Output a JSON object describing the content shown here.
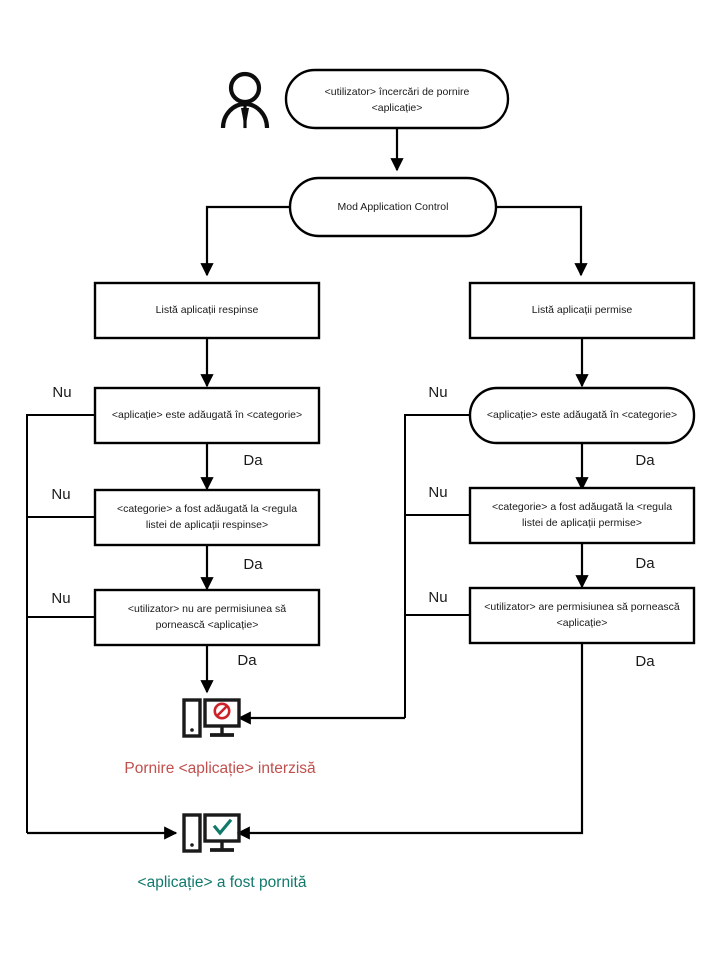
{
  "diagram": {
    "title": "Application Control flow",
    "colors": {
      "line": "#000000",
      "text": "#1a1a1a",
      "denied": "#c0504d",
      "allowed": "#11796c",
      "deny_mark": "#cc2229",
      "ok_mark": "#11796c"
    },
    "actor": {
      "icon": "person-icon"
    },
    "nodes": {
      "start": "<utilizator> încercări de pornire <aplicație>",
      "start_line1": "<utilizator> încercări de pornire",
      "start_line2": "<aplicație>",
      "mode": "Mod Application Control",
      "denied_list": "Listă aplicații respinse",
      "allowed_list": "Listă aplicații permise",
      "left_q1": "<aplicație> este adăugată în <categorie>",
      "left_q2_line1": "<categorie> a fost adăugată la <regula",
      "left_q2_line2": "listei de aplicații respinse>",
      "left_q3_line1": "<utilizator> nu are permisiunea să",
      "left_q3_line2": "pornească <aplicație>",
      "right_q1": "<aplicație> este adăugată în <categorie>",
      "right_q2_line1": "<categorie> a fost adăugată la <regula",
      "right_q2_line2": "listei de aplicații permise>",
      "right_q3_line1": "<utilizator> are permisiunea să pornească",
      "right_q3_line2": "<aplicație>"
    },
    "edge_labels": {
      "yes": "Da",
      "no": "Nu"
    },
    "results": {
      "denied": "Pornire <aplicație> interzisă",
      "allowed": "<aplicație> a fost pornită",
      "denied_icon": "computer-blocked-icon",
      "allowed_icon": "computer-allowed-icon"
    }
  }
}
